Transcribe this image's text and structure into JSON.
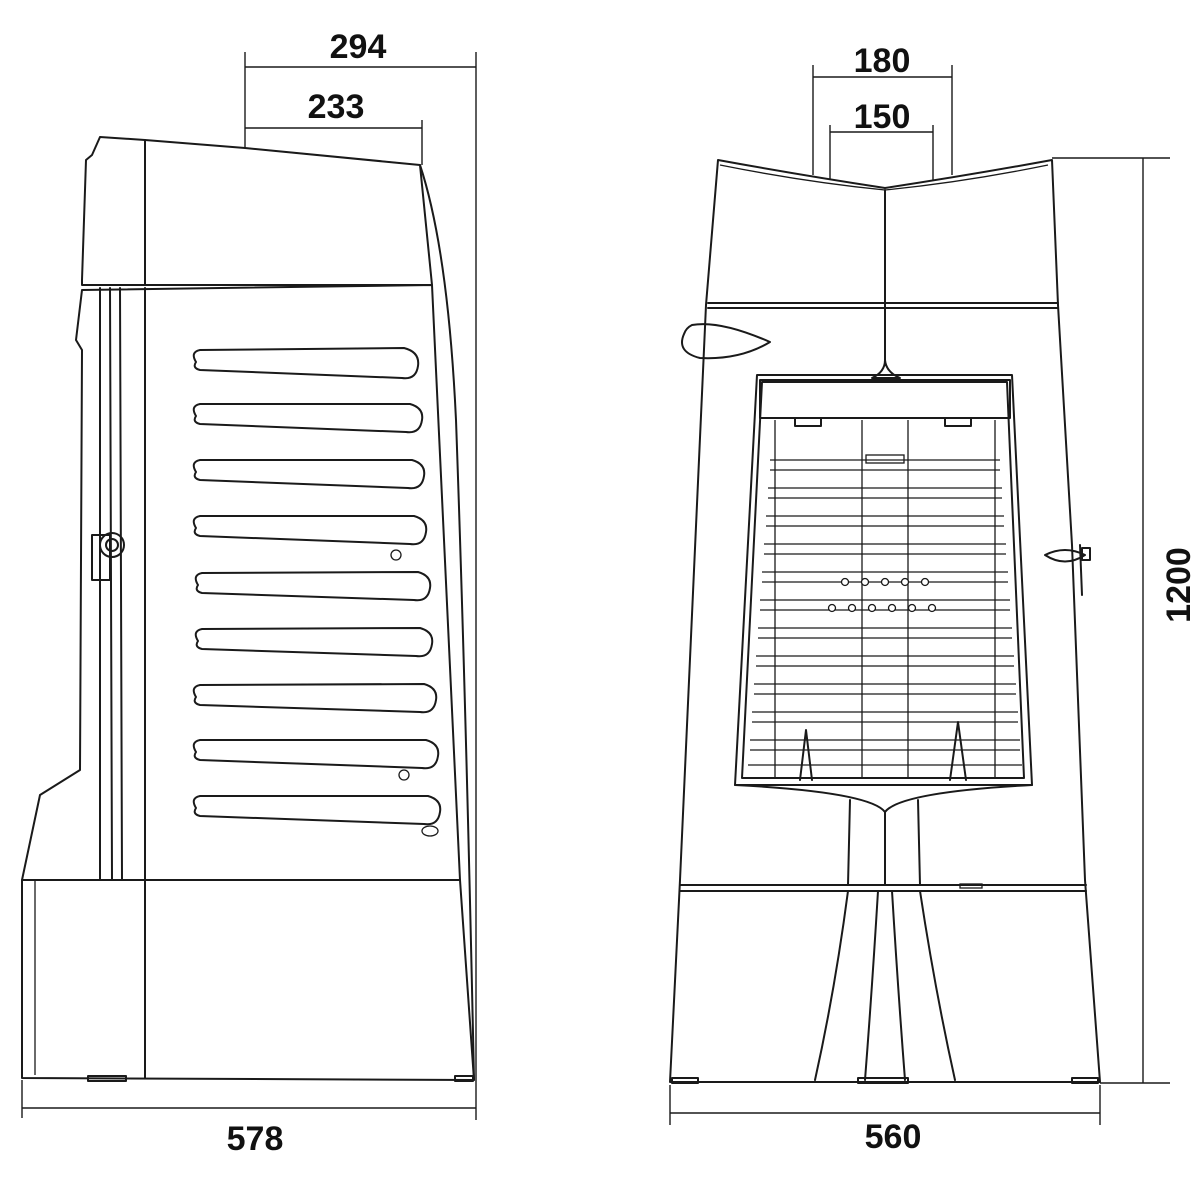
{
  "dimensions": {
    "side_top_outer": "294",
    "side_top_inner": "233",
    "side_depth": "578",
    "front_top_outer": "180",
    "front_top_inner": "150",
    "front_width": "560",
    "height": "1200"
  },
  "colors": {
    "line": "#1a1a1a",
    "background": "#ffffff"
  }
}
